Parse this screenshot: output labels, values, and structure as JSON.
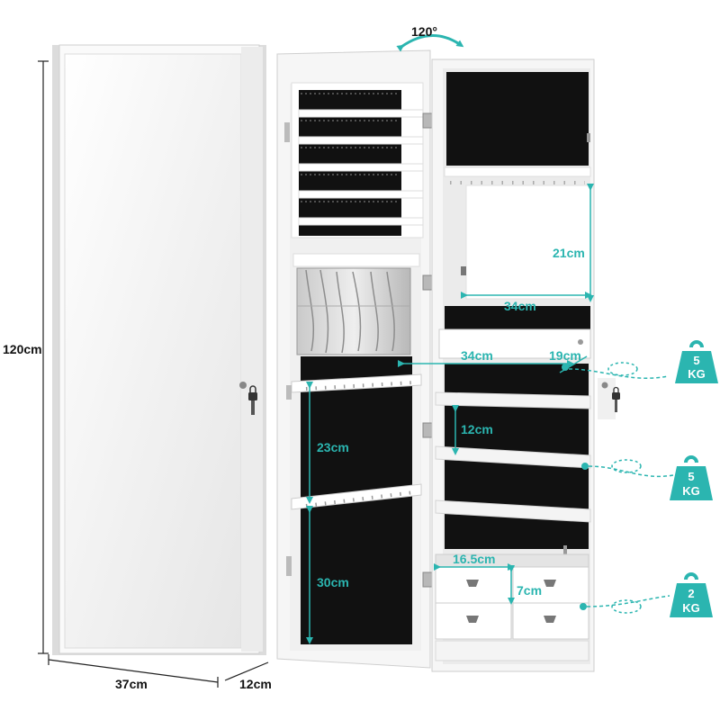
{
  "dimensions": {
    "height": "120cm",
    "width": "37cm",
    "depth": "12cm",
    "open_angle": "120°",
    "mirror_height": "21cm",
    "mirror_width": "34cm",
    "shelf_width": "34cm",
    "shelf_depth": "19cm",
    "shelf_spacing": "12cm",
    "door_upper_height": "23cm",
    "door_lower_height": "30cm",
    "drawer_width": "16.5cm",
    "drawer_height": "7cm"
  },
  "load_tags": [
    {
      "value": "5",
      "unit": "KG"
    },
    {
      "value": "5",
      "unit": "KG"
    },
    {
      "value": "2",
      "unit": "KG"
    }
  ],
  "colors": {
    "accent": "#2bb5b0",
    "cabinet": "#f4f4f4",
    "interior": "#111111",
    "dimension_line": "#222222"
  }
}
